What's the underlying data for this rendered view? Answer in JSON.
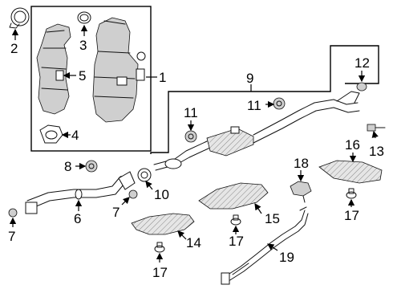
{
  "diagram": {
    "callouts": {
      "c1": "1",
      "c2": "2",
      "c3": "3",
      "c4": "4",
      "c5": "5",
      "c6": "6",
      "c7a": "7",
      "c7b": "7",
      "c8": "8",
      "c9": "9",
      "c10": "10",
      "c11a": "11",
      "c11b": "11",
      "c12": "12",
      "c13": "13",
      "c14": "14",
      "c15": "15",
      "c16": "16",
      "c17a": "17",
      "c17b": "17",
      "c17c": "17",
      "c18": "18",
      "c19": "19"
    }
  },
  "colors": {
    "line": "#111111",
    "shade": "#cfcfcf",
    "background": "#ffffff"
  }
}
